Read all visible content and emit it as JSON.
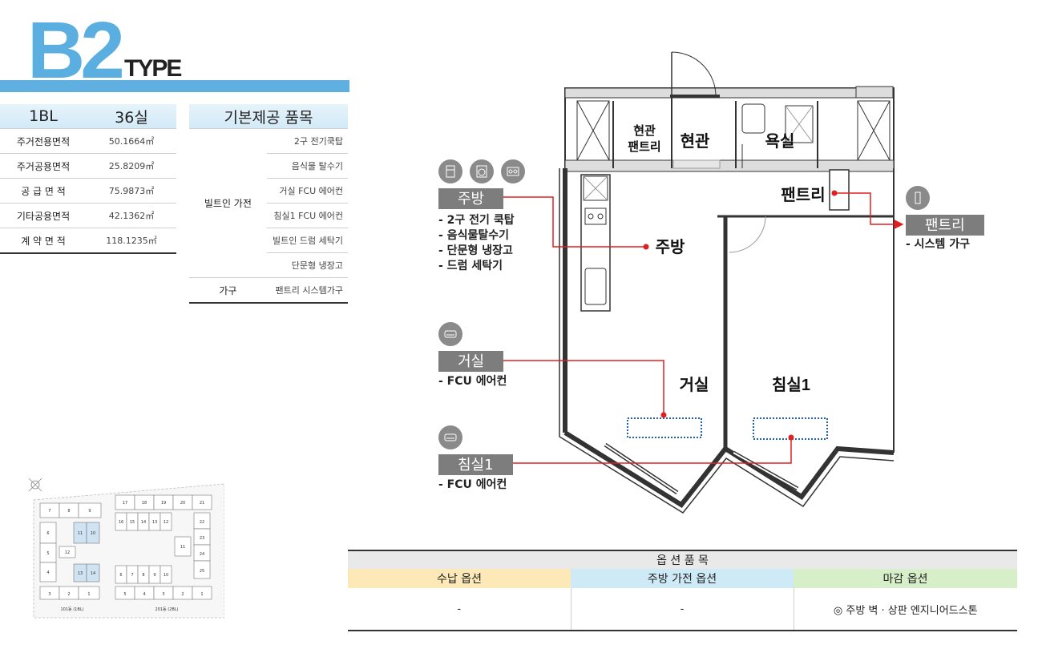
{
  "header": {
    "type_code": "B2",
    "type_word": "TYPE"
  },
  "area_table": {
    "block": "1BL",
    "units": "36실",
    "rows": [
      {
        "label": "주거전용면적",
        "value": "50.1664㎡"
      },
      {
        "label": "주거공용면적",
        "value": "25.8209㎡"
      },
      {
        "label": "공 급 면 적",
        "value": "75.9873㎡"
      },
      {
        "label": "기타공용면적",
        "value": "42.1362㎡"
      },
      {
        "label": "계 약 면 적",
        "value": "118.1235㎡"
      }
    ]
  },
  "basic_items": {
    "title": "기본제공 품목",
    "builtin_label": "빌트인 가전",
    "builtin": [
      "2구 전기쿡탑",
      "음식물 탈수기",
      "거실 FCU 에어컨",
      "침실1 FCU 에어컨",
      "빌트인 드럼 세탁기",
      "단문형 냉장고"
    ],
    "furniture_label": "가구",
    "furniture": "팬트리 시스템가구"
  },
  "site_plan": {
    "units": [
      "7",
      "8",
      "9",
      "6",
      "11",
      "10",
      "5",
      "12",
      "4",
      "13",
      "14",
      "3",
      "2",
      "1",
      "17",
      "18",
      "19",
      "20",
      "21",
      "16",
      "15",
      "14",
      "13",
      "12",
      "22",
      "23",
      "11",
      "24",
      "25",
      "6",
      "7",
      "8",
      "9",
      "10",
      "5",
      "4",
      "3",
      "2",
      "1"
    ],
    "bldg_labels": [
      "101동 (1BL)",
      "201동 (2BL)"
    ]
  },
  "rooms": {
    "entry_pantry_1": "현관",
    "entry_pantry_2": "팬트리",
    "entrance": "현관",
    "bath": "욕실",
    "pantry": "팬트리",
    "kitchen": "주방",
    "living": "거실",
    "bedroom": "침실1"
  },
  "callouts": {
    "kitchen": {
      "tag": "주방",
      "items": [
        "- 2구 전기 쿡탑",
        "- 음식물탈수기",
        "- 단문형 냉장고",
        "- 드럼 세탁기"
      ]
    },
    "living": {
      "tag": "거실",
      "items": [
        "- FCU 에어컨"
      ]
    },
    "bedroom": {
      "tag": "침실1",
      "items": [
        "- FCU 에어컨"
      ]
    },
    "pantry": {
      "tag": "팬트리",
      "items": [
        "- 시스템 가구"
      ]
    }
  },
  "icons": [
    "refrigerator-icon",
    "washer-icon",
    "cooktop-icon",
    "aircon-icon",
    "aircon-icon",
    "cabinet-icon"
  ],
  "options": {
    "title": "옵 션 품 목",
    "columns": [
      "수납 옵션",
      "주방 가전 옵션",
      "마감 옵션"
    ],
    "values": [
      "-",
      "-",
      "◎ 주방 벽 · 상판 엔지니어드스톤"
    ]
  },
  "colors": {
    "accent_blue": "#5aaee0",
    "callout_red": "#e02020",
    "tag_gray": "#7d7d7d",
    "ac_dotted": "#1e5fb0"
  }
}
